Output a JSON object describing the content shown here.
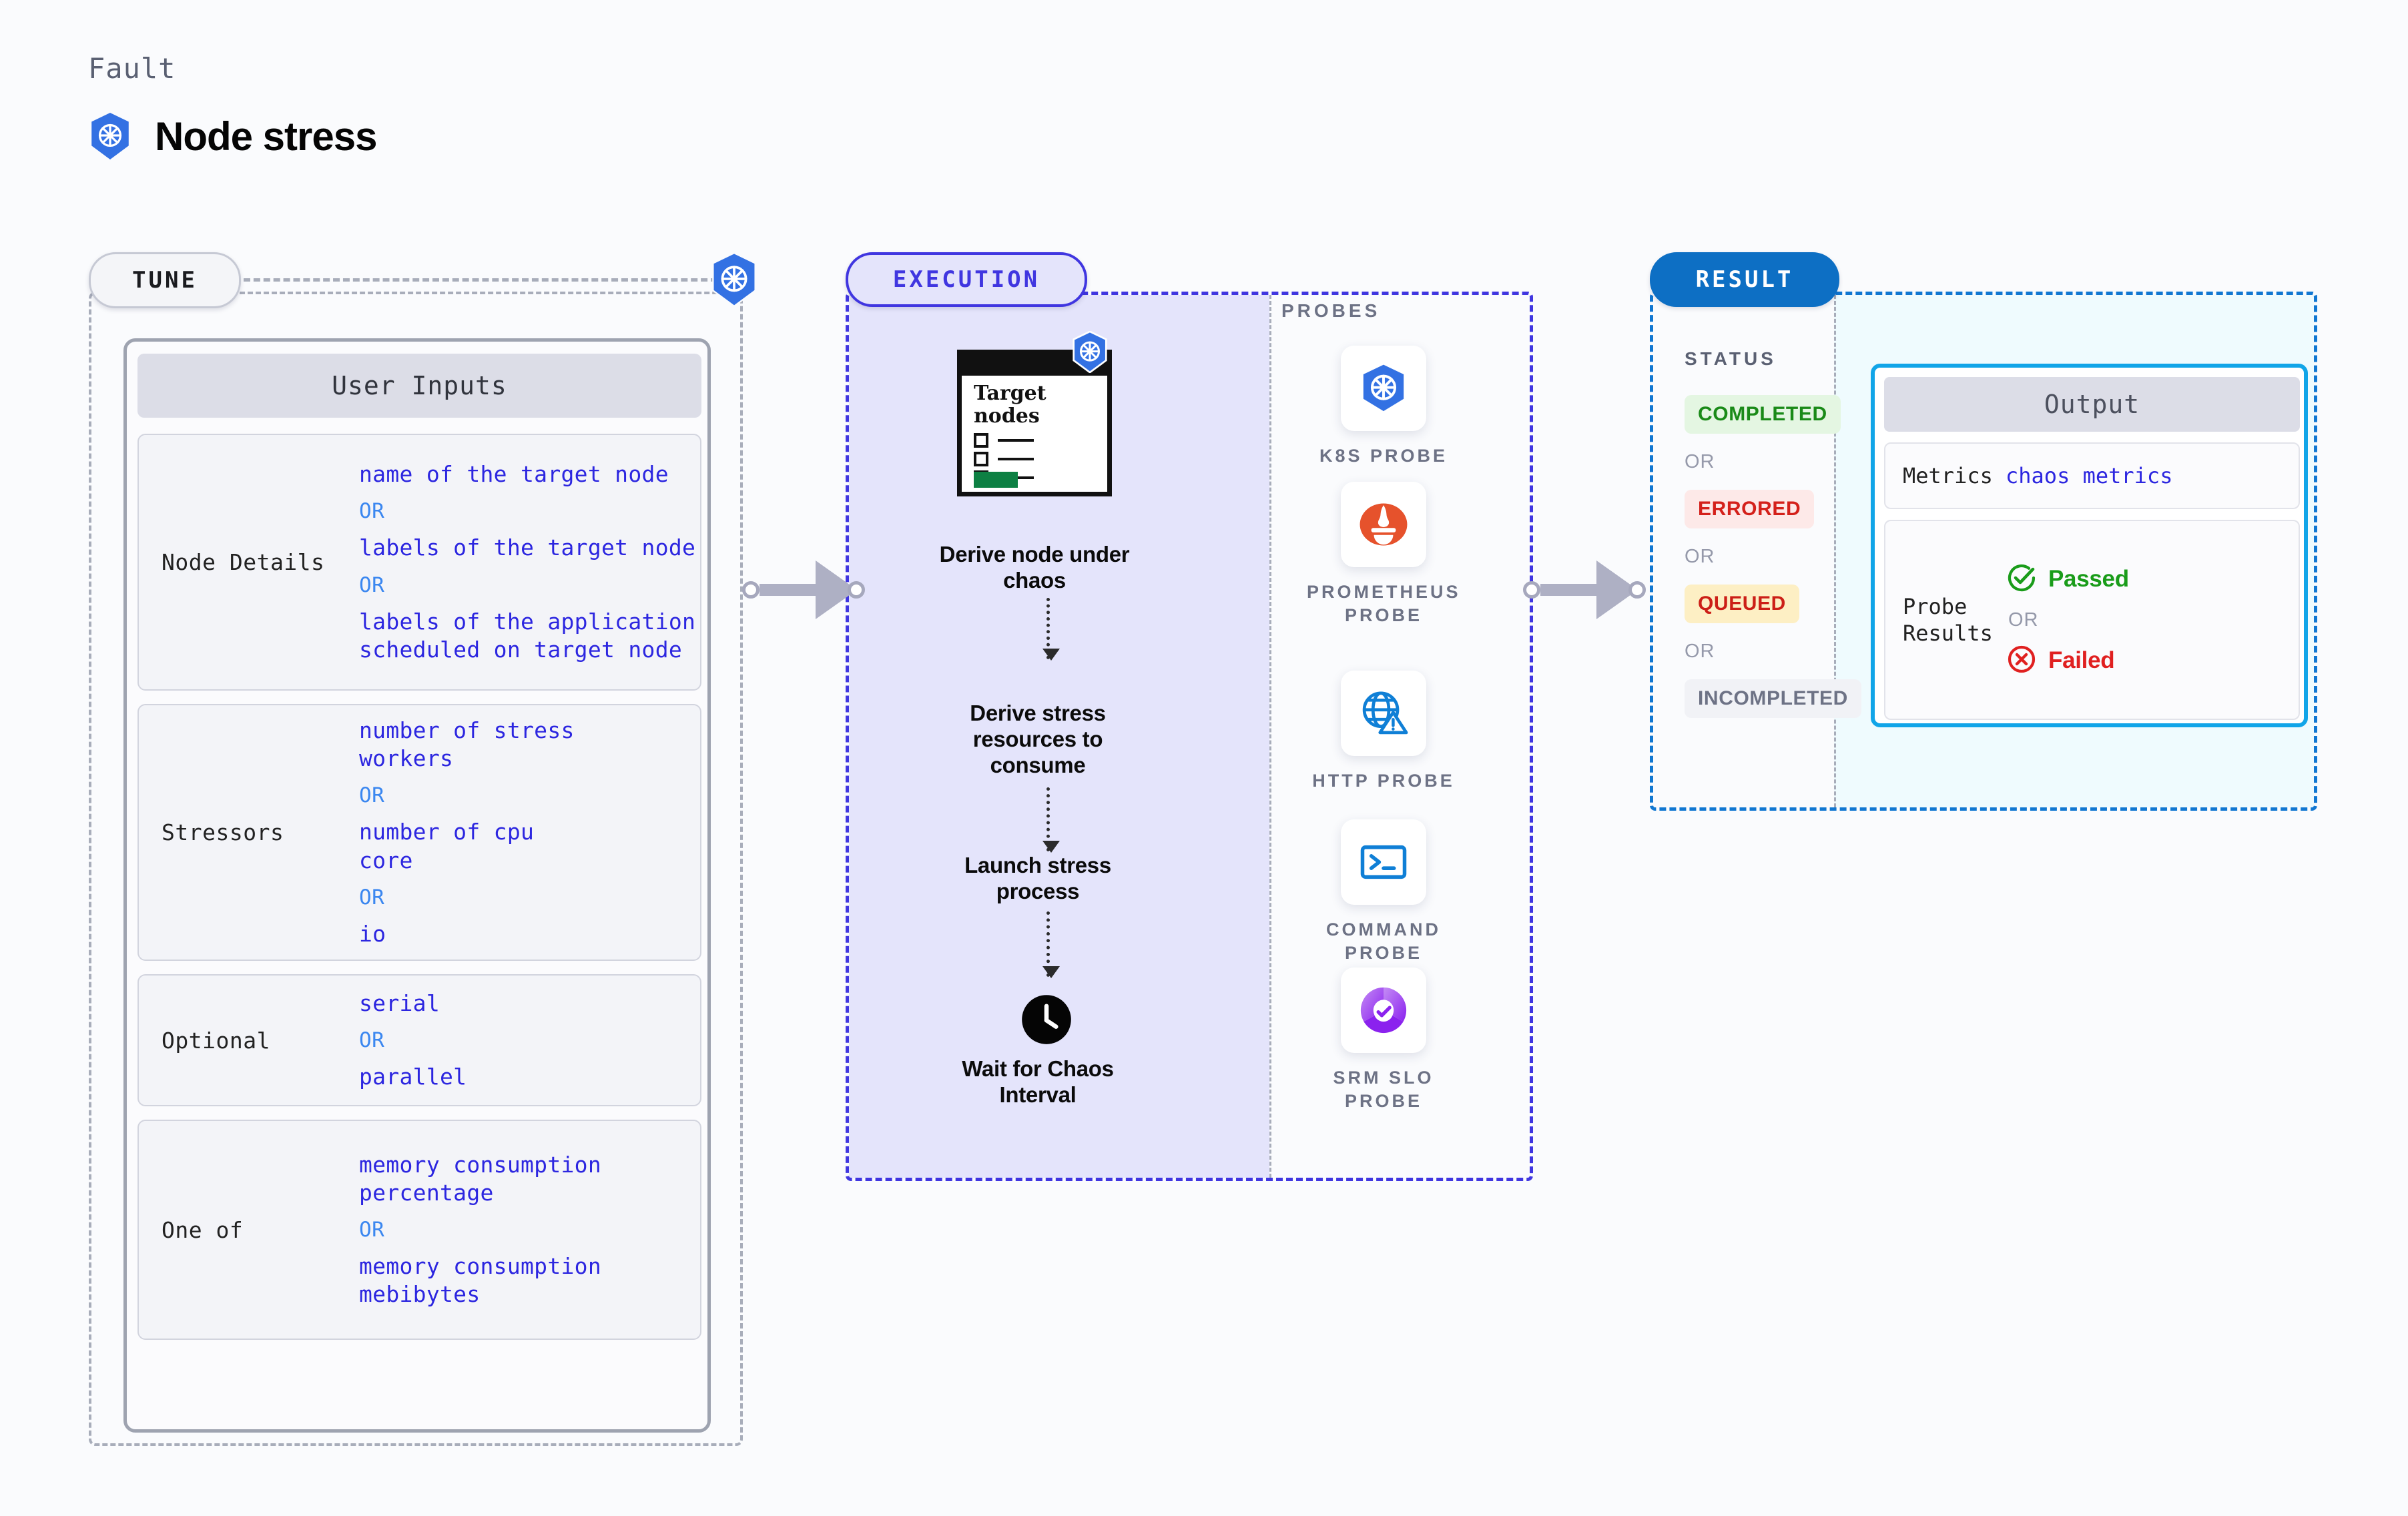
{
  "header": {
    "kicker": "Fault",
    "title": "Node stress",
    "icon": "kubernetes-icon"
  },
  "tune": {
    "pill_label": "TUNE",
    "badge_icon": "kubernetes-icon",
    "card_title": "User Inputs",
    "groups": [
      {
        "label": "Node Details",
        "options": [
          "name of the target node",
          "labels of the target node",
          "labels of the application\n scheduled on target node"
        ],
        "separator": "OR"
      },
      {
        "label": "Stressors",
        "options": [
          "number of stress workers",
          "number of cpu core",
          "io"
        ],
        "separator": "OR"
      },
      {
        "label": "Optional",
        "options": [
          "serial",
          "parallel"
        ],
        "separator": "OR"
      },
      {
        "label": "One of",
        "options": [
          "memory consumption percentage",
          "memory consumption mebibytes"
        ],
        "separator": "OR"
      }
    ]
  },
  "execution": {
    "pill_label": "EXECUTION",
    "target_card": {
      "title": "Target nodes",
      "badge_icon": "kubernetes-icon",
      "rows": 3
    },
    "steps": [
      "Derive node under chaos",
      "Derive stress resources to consume",
      "Launch stress process",
      "Wait for Chaos Interval"
    ],
    "wait_icon": "clock-icon",
    "probes_label": "PROBES",
    "probes": [
      {
        "name": "K8S PROBE",
        "icon": "kubernetes-icon"
      },
      {
        "name": "PROMETHEUS PROBE",
        "icon": "prometheus-icon"
      },
      {
        "name": "HTTP PROBE",
        "icon": "globe-warning-icon"
      },
      {
        "name": "COMMAND PROBE",
        "icon": "terminal-icon"
      },
      {
        "name": "SRM SLO PROBE",
        "icon": "slo-donut-check-icon"
      }
    ]
  },
  "result": {
    "pill_label": "RESULT",
    "status_label": "STATUS",
    "separator": "OR",
    "statuses": [
      {
        "label": "COMPLETED",
        "color": "#1a8a18",
        "bg": "#e4f6e2"
      },
      {
        "label": "ERRORED",
        "color": "#d4211b",
        "bg": "#fde9e8"
      },
      {
        "label": "QUEUED",
        "color": "#cc1f17",
        "bg": "#fdefc4"
      },
      {
        "label": "INCOMPLETED",
        "color": "#6d7285",
        "bg": "#f1f2f6"
      }
    ],
    "output": {
      "title": "Output",
      "metrics_key": "Metrics",
      "metrics_value": "chaos metrics",
      "probe_key": "Probe Results",
      "passed_label": "Passed",
      "failed_label": "Failed",
      "separator": "OR",
      "passed_icon": "check-circle-icon",
      "failed_icon": "x-circle-icon",
      "passed_color": "#1a9c1a",
      "failed_color": "#e02020"
    }
  },
  "connectors": {
    "tune_to_execution": "arrow-right",
    "execution_to_result": "arrow-right"
  },
  "colors": {
    "tune_accent": "#a8adba",
    "execution_accent": "#4036e0",
    "result_accent": "#0d6fc4",
    "value_text": "#2c26e0",
    "or_text": "#3b87f0"
  }
}
